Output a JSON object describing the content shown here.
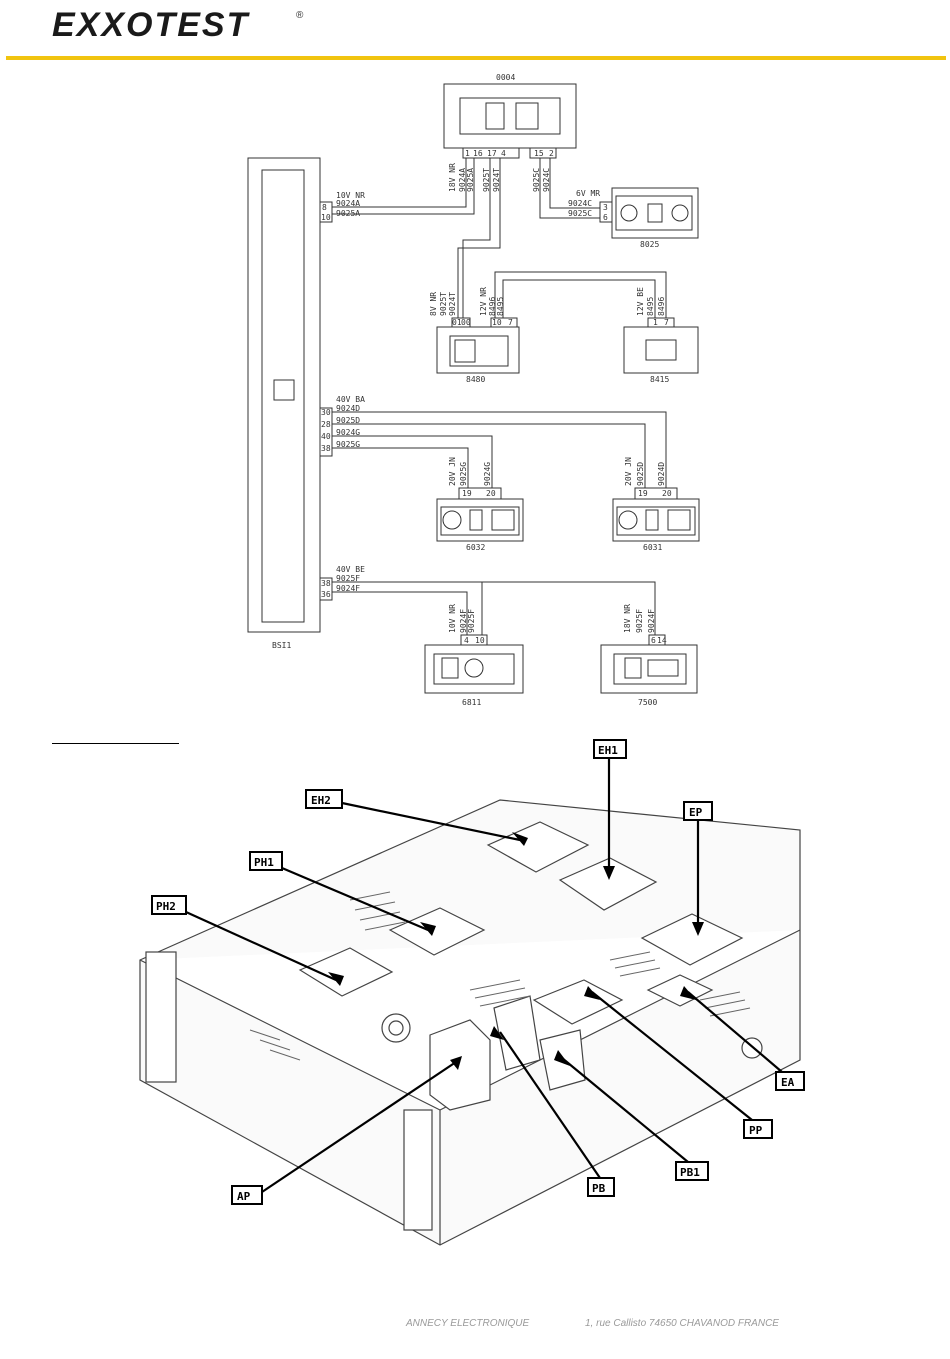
{
  "header": {
    "logo_text": "EXXOTEST",
    "logo_mark": "®",
    "accent": "#f1c40f"
  },
  "schematic": {
    "bsi": "BSI1",
    "modules": {
      "m0004": "0004",
      "m8025": "8025",
      "m8480": "8480",
      "m8415": "8415",
      "m6032": "6032",
      "m6031": "6031",
      "m6811": "6811",
      "m7500": "7500"
    },
    "connectors": {
      "c10v_nr": "10V NR",
      "c18v_nr_top": "18V NR",
      "c6v_mr": "6V MR",
      "c8v_nr": "8V NR",
      "c12v_nr": "12V NR",
      "c12v_be": "12V BE",
      "c40v_ba": "40V BA",
      "c20v_jn_a": "20V JN",
      "c20v_jn_b": "20V JN",
      "c40v_be": "40V BE",
      "c10v_nr_b": "10V NR",
      "c18v_nr_b": "18V NR"
    },
    "wires": {
      "w9024A": "9024A",
      "w9025A": "9025A",
      "w9024A_v": "9024A",
      "w9025A_v": "9025A",
      "w9025T_v": "9025T",
      "w9024T_v": "9024T",
      "w9025C_v": "9025C",
      "w9024C_v": "9024C",
      "w9024C": "9024C",
      "w9025C": "9025C",
      "w9025T_b": "9025T",
      "w9024T_b": "9024T",
      "w8496": "8496",
      "w8495": "8495",
      "w8495_b": "8495",
      "w8496_b": "8496",
      "w9024D": "9024D",
      "w9025D": "9025D",
      "w9024G": "9024G",
      "w9025G": "9025G",
      "w9025G_v": "9025G",
      "w9024G_v": "9024G",
      "w9025D_v": "9025D",
      "w9024D_v": "9024D",
      "w9025F": "9025F",
      "w9024F": "9024F",
      "w9024F_v": "9024F",
      "w9025F_v": "9025F",
      "w9025F_v2": "9025F",
      "w9024F_v2": "9024F"
    },
    "pins": {
      "p0004": [
        "1",
        "16",
        "17",
        "4",
        "15",
        "2"
      ],
      "bsi_top": [
        "8",
        "10"
      ],
      "p8025": [
        "3",
        "6"
      ],
      "p8480": [
        "01",
        "00",
        "10",
        "7"
      ],
      "p8415": [
        "1",
        "7"
      ],
      "bsi_mid": [
        "30",
        "28",
        "40",
        "38"
      ],
      "p6032": [
        "19",
        "20"
      ],
      "p6031": [
        "19",
        "20"
      ],
      "bsi_low": [
        "38",
        "36"
      ],
      "p6811": [
        "4",
        "10"
      ],
      "p7500": [
        "6",
        "14"
      ]
    }
  },
  "callouts": {
    "eh1": "EH1",
    "eh2": "EH2",
    "ep": "EP",
    "ph1": "PH1",
    "ph2": "PH2",
    "ea": "EA",
    "pp": "PP",
    "pb1": "PB1",
    "pb": "PB",
    "ap": "AP"
  },
  "footer": {
    "company": "ANNECY ELECTRONIQUE",
    "address": "1, rue Callisto  74650 CHAVANOD   FRANCE"
  }
}
